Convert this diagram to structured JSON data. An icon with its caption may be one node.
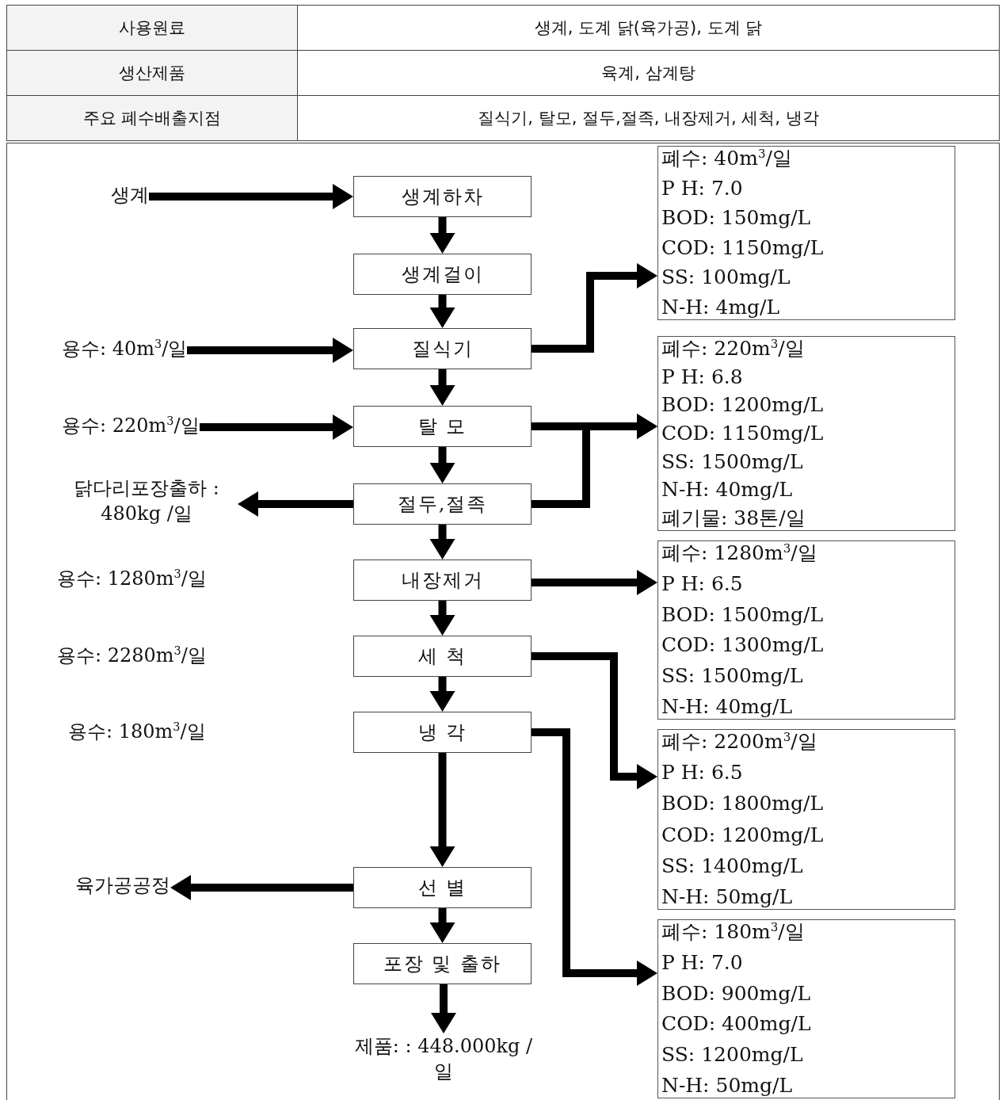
{
  "diagram": {
    "nodes": [
      {
        "text": [
          "생계"
        ]
      },
      {
        "text": [
          "생계하차"
        ]
      },
      {
        "text": [
          "생계걸이"
        ]
      },
      {
        "text": [
          "용수: 40m$^{3}$/일"
        ]
      },
      {
        "text": [
          "질식기"
        ]
      },
      {
        "text": [
          "용수: 220m$^{3}$/일"
        ]
      },
      {
        "text": [
          "탈 모"
        ]
      },
      {
        "text": [
          "닭다리포장출하 : 480kg /일"
        ]
      },
      {
        "text": [
          "절두,절족"
        ]
      },
      {
        "text": [
          "내장제거"
        ]
      },
      {
        "text": [
          "세 척"
        ]
      },
      {
        "text": [
          "냉 각"
        ]
      },
      {
        "text": [
          "선 별"
        ]
      },
      {
        "text": [
          "육가공공정"
        ]
      },
      {
        "text": [
          "포장 및 출하"
        ]
      },
      {
        "text": [
          "제품: : 448.000kg /일"
        ]
      },
      {
        "text": [
          "폐수: 40m$^{3}$/일",
          "P H: 7.0",
          "BOD: 150mg/L",
          "COD: 1150mg/L",
          "SS: 100mg/L",
          "N-H: 4mg/L"
        ]
      },
      {
        "text": [
          "폐수: 220m$^{3}$/일",
          "P H: 6.8",
          "BOD: 1200mg/L",
          "COD: 1150mg/L",
          "SS: 1500mg/L",
          "N-H: 40mg/L",
          "폐기물: 38톤/일"
        ]
      },
      {
        "text": [
          "폐수: 1280m$^{3}$/일",
          "P H: 6.5",
          "BOD: 1500mg/L",
          "COD: 1300mg/L",
          "SS: 1500mg/L",
          "N-H: 40mg/L"
        ]
      },
      {
        "text": [
          "폐수: 2200m$^{3}$/일",
          "P H: 6.5",
          "BOD: 1800mg/L",
          "COD: 1200mg/L",
          "SS: 1400mg/L",
          "N-H: 50mg/L"
        ]
      },
      {
        "text": [
          "폐수: 180m$^{3}$/일",
          "P H: 7.0",
          "BOD: 900mg/L",
          "COD: 400mg/L",
          "SS: 1200mg/L",
          "N-H: 50mg/L"
        ]
      }
    ],
    "edges": [
      {
        "from": 0,
        "to": 1,
        "arrow": "to"
      },
      {
        "from": 1,
        "to": 2,
        "arrow": "to"
      },
      {
        "from": 2,
        "to": 4,
        "arrow": "to"
      },
      {
        "from": 3,
        "to": 4,
        "arrow": "to"
      },
      {
        "from": 4,
        "to": 6,
        "arrow": "to"
      },
      {
        "from": 5,
        "to": 6,
        "arrow": "to"
      },
      {
        "from": 6,
        "to": 8,
        "arrow": "to"
      },
      {
        "from": 8,
        "to": 7,
        "arrow": "to"
      },
      {
        "from": 8,
        "to": 9,
        "arrow": "to"
      },
      {
        "from": 9,
        "to": 10,
        "arrow": "to"
      },
      {
        "from": 10,
        "to": 11,
        "arrow": "to"
      },
      {
        "from": 11,
        "to": 12,
        "arrow": "to"
      },
      {
        "from": 12,
        "to": 13,
        "arrow": "to"
      },
      {
        "from": 12,
        "to": 14,
        "arrow": "to"
      },
      {
        "from": 14,
        "to": 15,
        "arrow": "to"
      },
      {
        "from": 4,
        "to": 16,
        "arrow": "to"
      },
      {
        "from": 6,
        "to": 17,
        "arrow": "to"
      },
      {
        "from": 8,
        "to": 17,
        "arrow": "to"
      },
      {
        "from": 9,
        "to": 18,
        "arrow": "to"
      },
      {
        "from": 10,
        "to": 19,
        "arrow": "to"
      },
      {
        "from": 11,
        "to": 20,
        "arrow": "to"
      }
    ],
    "labels": [
      "사용원료",
      "생계, 도계 닭(육가공), 도계 닭",
      "생산제품",
      "육계, 삼계탕",
      "주요 폐수배출지점",
      "질식기, 탈모, 절두,절족, 내장제거, 세척, 냉각",
      "용수: 1280m$^{3}$/일",
      "용수: 2280m$^{3}$/일",
      "용수: 180m$^{3}$/일"
    ]
  }
}
